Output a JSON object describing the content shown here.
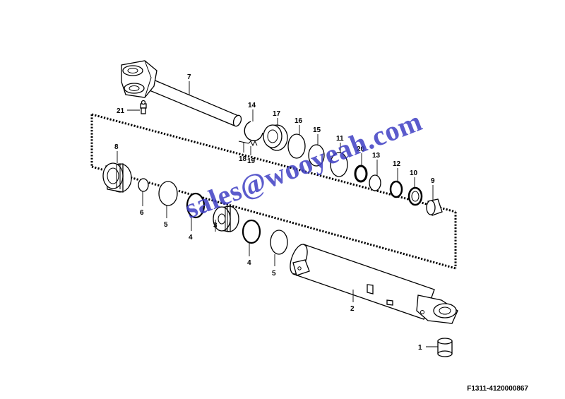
{
  "figure_code": "F1311-4120000867",
  "watermark_text": "sales@wooyeah.com",
  "labels": {
    "p1": "1",
    "p2": "2",
    "p3": "3",
    "p4a": "4",
    "p4b": "4",
    "p5a": "5",
    "p5b": "5",
    "p6": "6",
    "p7": "7",
    "p8": "8",
    "p9": "9",
    "p10": "10",
    "p11": "11",
    "p12": "12",
    "p13": "13",
    "p14": "14",
    "p15": "15",
    "p16": "16",
    "p17": "17",
    "p18": "18",
    "p19": "19",
    "p20": "20",
    "p21": "21"
  }
}
